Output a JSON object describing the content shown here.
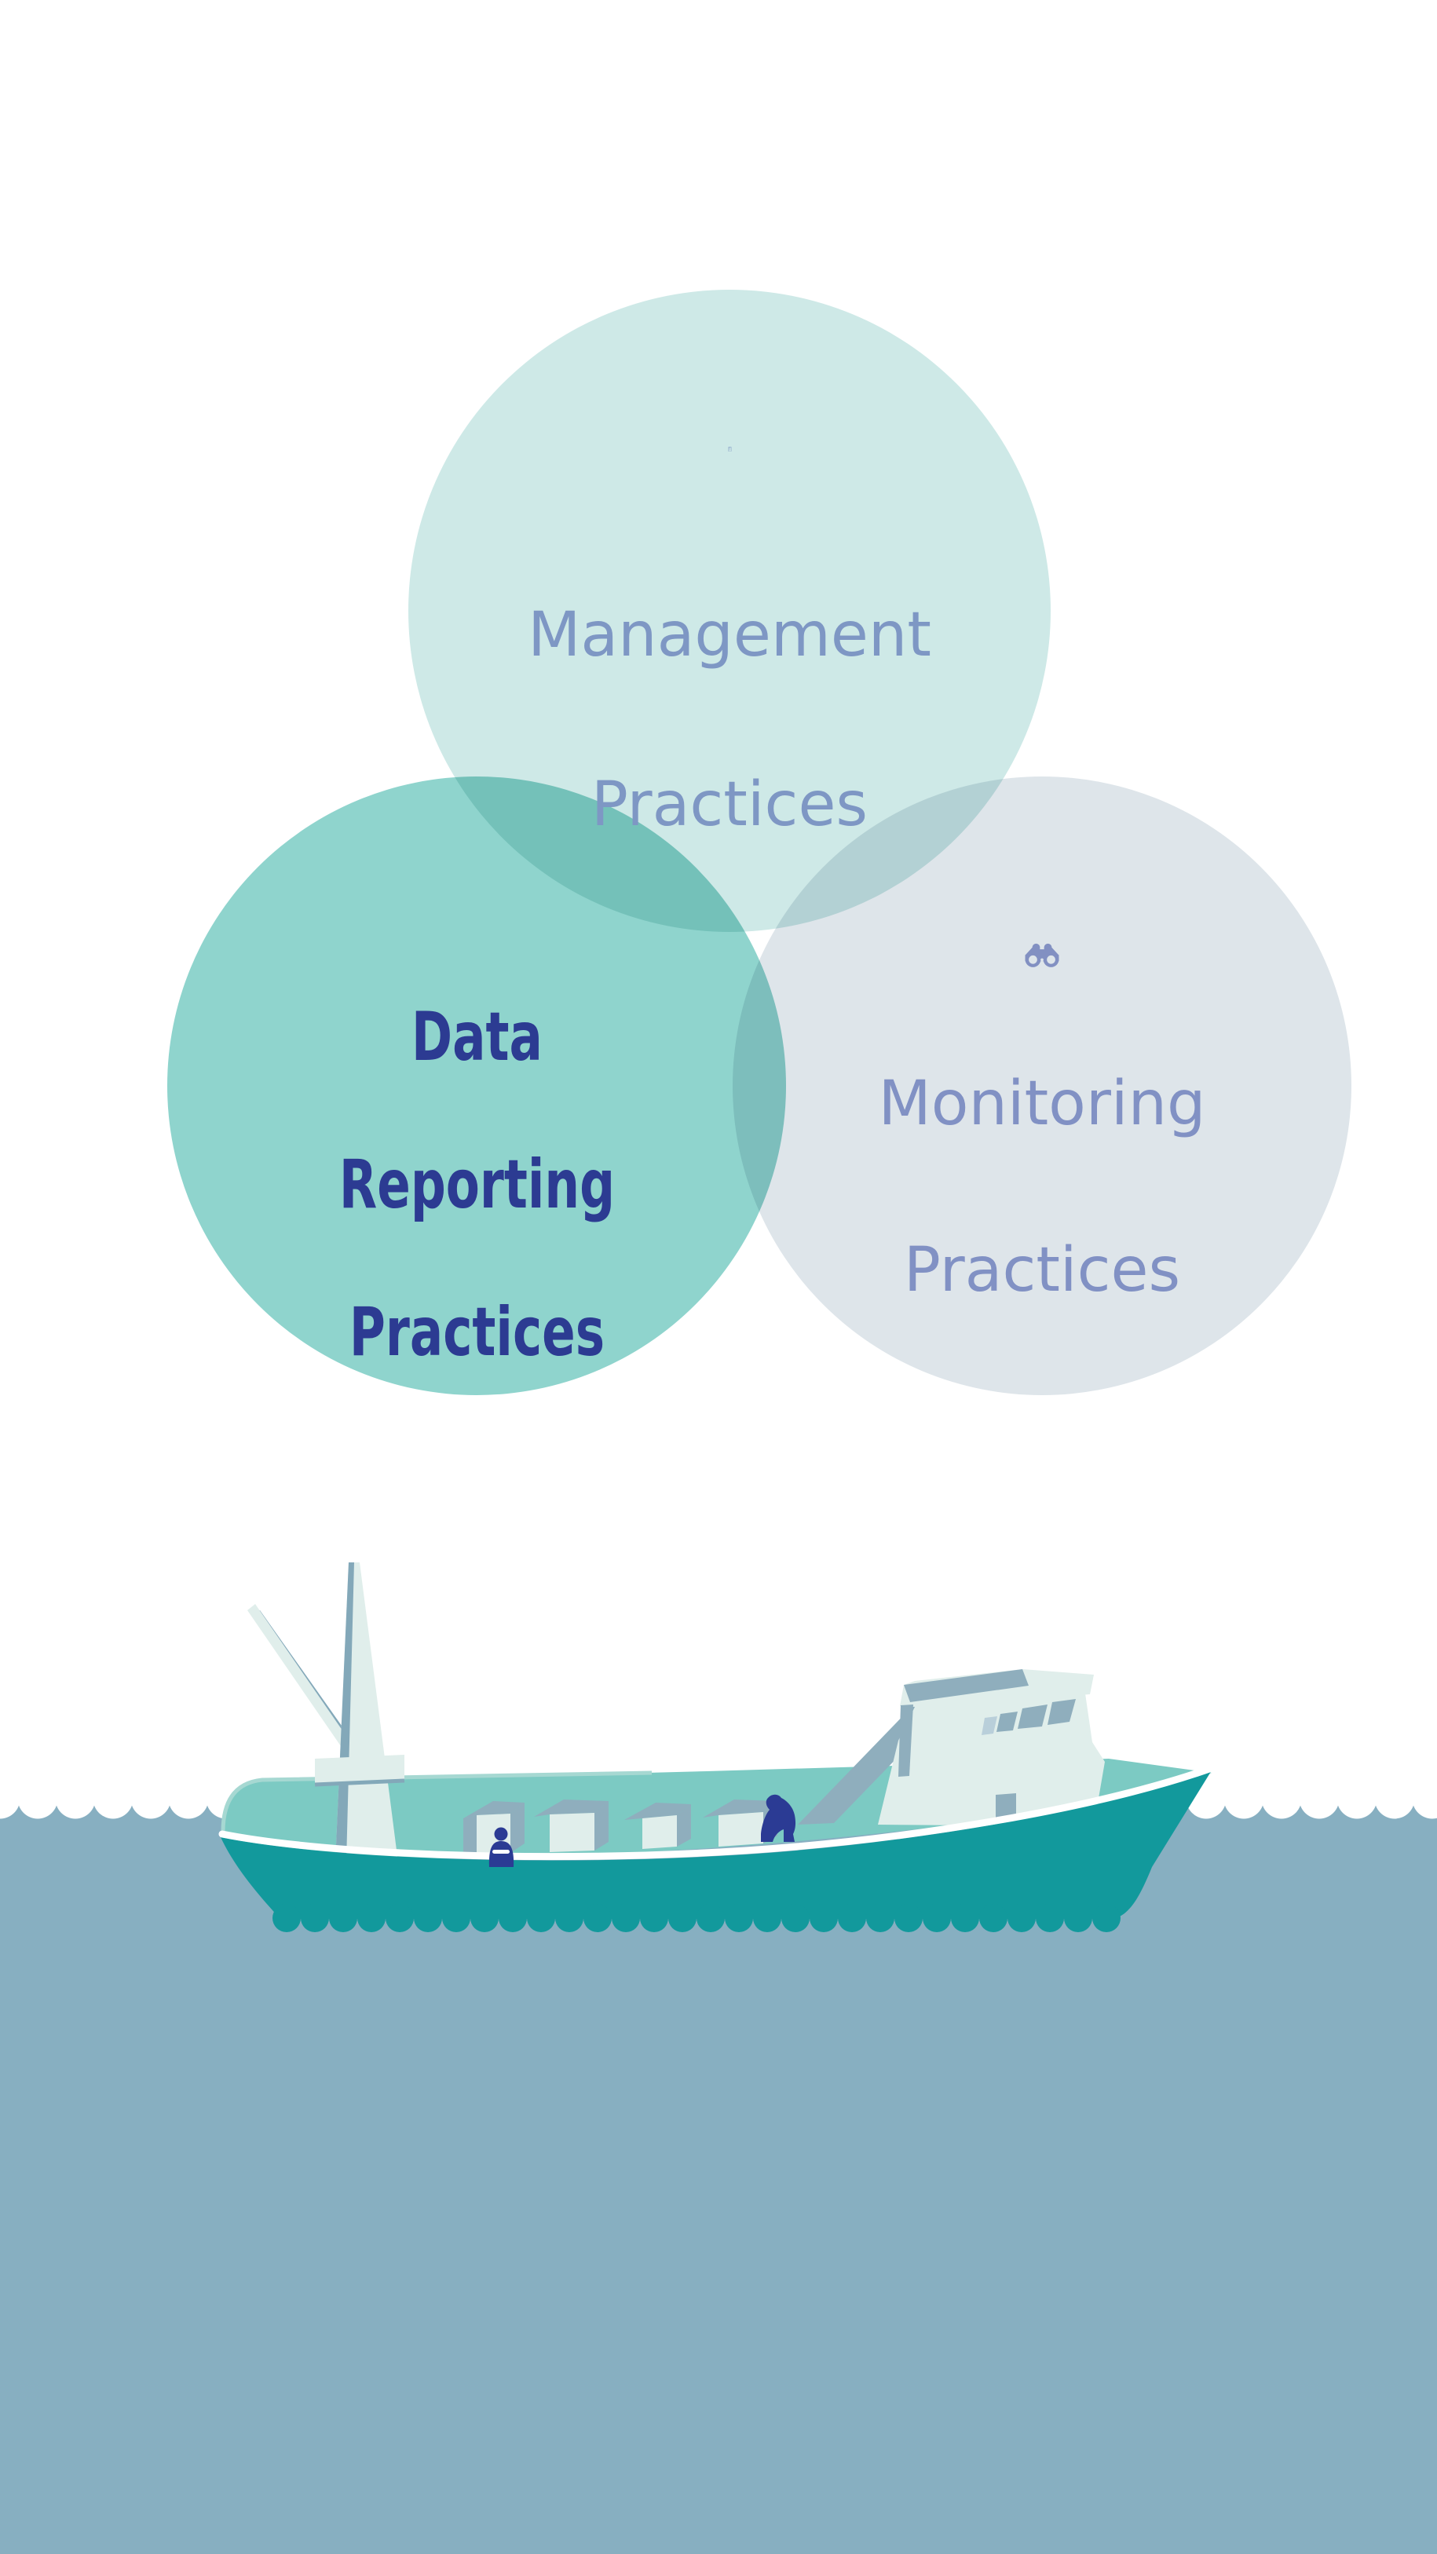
{
  "page": {
    "background": "#FFFFFF"
  },
  "diagram": {
    "type": "venn-circles",
    "circles": [
      {
        "id": "management-practices",
        "label_lines": [
          "Management",
          "Practices"
        ],
        "icon": "clipboard-checklist-icon",
        "fill": "#CEE9E7",
        "text_color": "#7E97C4",
        "emphasized": false
      },
      {
        "id": "data-reporting-practices",
        "label_lines": [
          "Data",
          "Reporting",
          "Practices"
        ],
        "icon": "document-share-icon",
        "fill": "#8FD4CD",
        "text_color": "#2C3B92",
        "emphasized": true
      },
      {
        "id": "monitoring-practices",
        "label_lines": [
          "Monitoring",
          "Practices"
        ],
        "icon": "binoculars-icon",
        "fill": "#DEE5EA",
        "text_color": "#8191C4",
        "emphasized": false
      }
    ]
  },
  "scene": {
    "name": "fishing-vessel-on-water",
    "colors": {
      "water": "#87AFC1",
      "foam": "#FFFFFF",
      "hull": "#12999C",
      "deck": "#7CCAC3",
      "deck_rim": "#A6D8D2",
      "structure": "#E0EEEB",
      "shadow": "#8FAEBD",
      "steel": "#83A8B9",
      "window_light": "#B9CFDA",
      "figures": "#2B3B94"
    },
    "figure_count": 2
  }
}
